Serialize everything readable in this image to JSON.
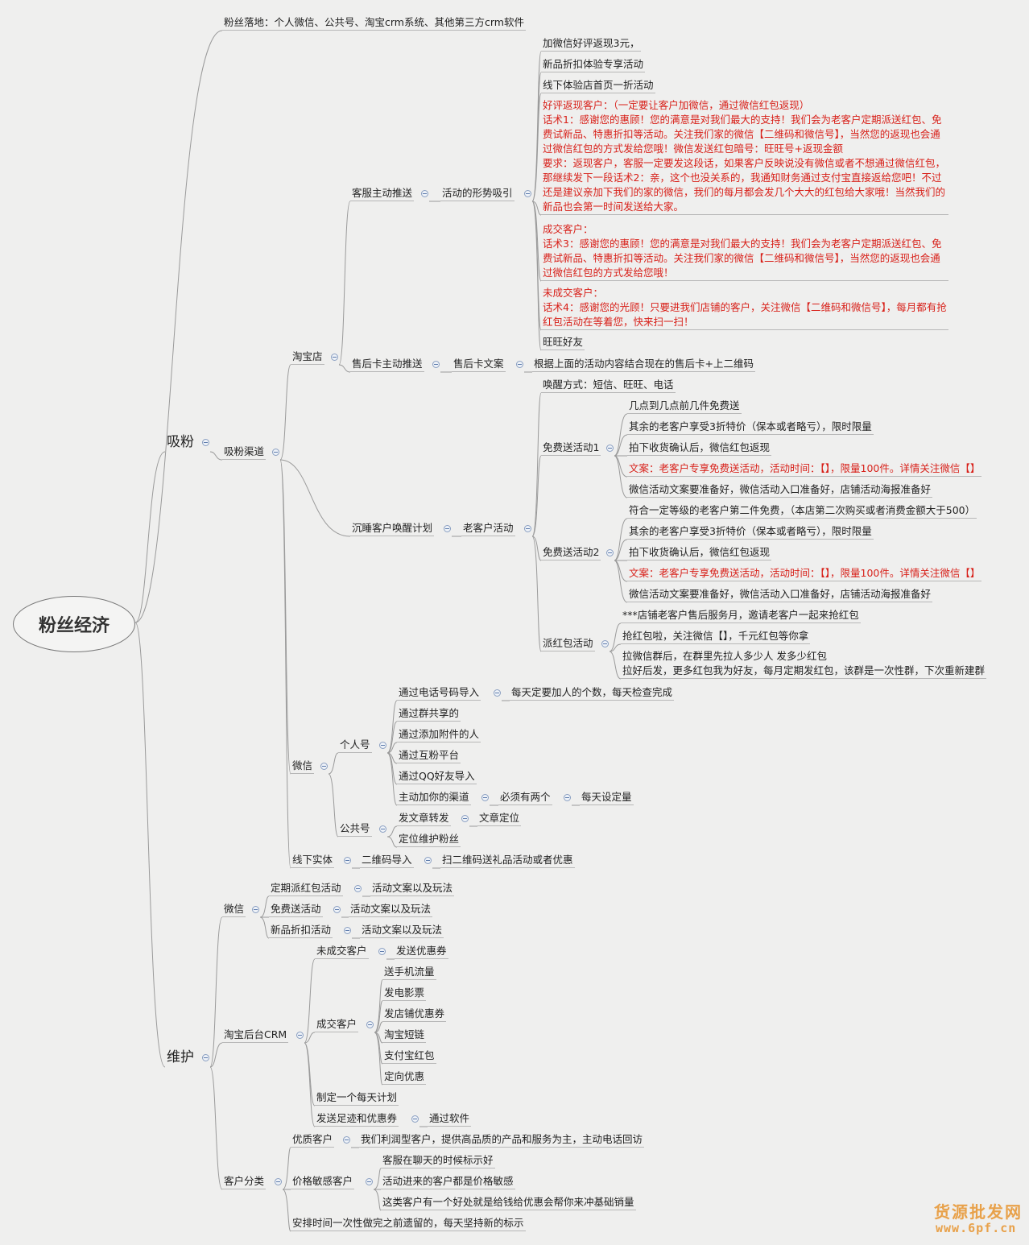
{
  "root": "粉丝经济",
  "n": {
    "fan_land": "粉丝落地：个人微信、公共号、淘宝crm系统、其他第三方crm软件",
    "xifen": "吸粉",
    "xifen_qudao": "吸粉渠道",
    "taobao": "淘宝店",
    "kefu": "客服主动推送",
    "huodong_xingshi": "活动的形势吸引",
    "a1": "加微信好评返现3元，",
    "a2": "新品折扣体验专享活动",
    "a3": "线下体验店首页一折活动",
    "a4": "好评返现客户：（一定要让客户加微信，通过微信红包返现）\n话术1：感谢您的惠顾！您的满意是对我们最大的支持！我们会为老客户定期派送红包、免费试新品、特惠折扣等活动。关注我们家的微信【二维码和微信号】，当然您的返现也会通过微信红包的方式发给您哦！微信发送红包暗号：旺旺号+返现金额\n要求：返现客户，客服一定要发这段话，如果客户反映说没有微信或者不想通过微信红包，那继续发下一段话术2：亲，这个也没关系的，我通知财务通过支付宝直接返给您吧！不过还是建议亲加下我们的家的微信，我们的每月都会发几个大大的红包给大家哦！当然我们的新品也会第一时间发送给大家。",
    "a5": "成交客户：\n话术3：感谢您的惠顾！您的满意是对我们最大的支持！我们会为老客户定期派送红包、免费试新品、特惠折扣等活动。关注我们家的微信【二维码和微信号】，当然您的返现也会通过微信红包的方式发给您哦！",
    "a6": "未成交客户：\n话术4：感谢您的光顾！只要进我们店铺的客户，关注微信【二维码和微信号】，每月都有抢红包活动在等着您，快来扫一扫！",
    "a7": "旺旺好友",
    "shouhouka": "售后卡主动推送",
    "shouhouka_wenan": "售后卡文案",
    "shouhouka_detail": "根据上面的活动内容结合现在的售后卡+上二维码",
    "chenshui": "沉睡客户唤醒计划",
    "lao_kehu": "老客户活动",
    "huanxing": "唤醒方式：短信、旺旺、电话",
    "mianfei1": "免费送活动1",
    "m1a": "几点到几点前几件免费送",
    "m1b": "其余的老客户享受3折特价（保本或者略亏），限时限量",
    "m1c": "拍下收货确认后，微信红包返现",
    "m1d": "文案：老客户专享免费送活动，活动时间：【】，限量100件。详情关注微信【】",
    "m1e": "微信活动文案要准备好，微信活动入口准备好，店铺活动海报准备好",
    "mianfei2": "免费送活动2",
    "m2a": "符合一定等级的老客户第二件免费，（本店第二次购买或者消费金额大于500）",
    "m2b": "其余的老客户享受3折特价（保本或者略亏），限时限量",
    "m2c": "拍下收货确认后，微信红包返现",
    "m2d": "文案：老客户专享免费送活动，活动时间：【】，限量100件。详情关注微信【】",
    "m2e": "微信活动文案要准备好，微信活动入口准备好，店铺活动海报准备好",
    "paihongbao": "派红包活动",
    "p1": "***店铺老客户售后服务月，邀请老客户一起来抢红包",
    "p2": "抢红包啦，关注微信【】，千元红包等你拿",
    "p3": "拉微信群后，在群里先拉人多少人 发多少红包\n拉好后发，更多红包我为好友，每月定期发红包，该群是一次性群，下次重新建群",
    "weixin": "微信",
    "gerenhao": "个人号",
    "g1": "通过电话号码导入",
    "g1a": "每天定要加人的个数，每天检查完成",
    "g2": "通过群共享的",
    "g3": "通过添加附件的人",
    "g4": "通过互粉平台",
    "g5": "通过QQ好友导入",
    "g6": "主动加你的渠道",
    "g6a": "必须有两个",
    "g6b": "每天设定量",
    "gonggonghao": "公共号",
    "gg1": "发文章转发",
    "gg1a": "文章定位",
    "gg2": "定位维护粉丝",
    "xianxia": "线下实体",
    "erweima": "二维码导入",
    "erweima_detail": "扫二维码送礼品活动或者优惠",
    "weihu": "维护",
    "wh_weixin": "微信",
    "w1": "定期派红包活动",
    "w1a": "活动文案以及玩法",
    "w2": "免费送活动",
    "w2a": "活动文案以及玩法",
    "w3": "新品折扣活动",
    "w3a": "活动文案以及玩法",
    "crm": "淘宝后台CRM",
    "c1": "未成交客户",
    "c1a": "发送优惠券",
    "c2": "成交客户",
    "c2a": "送手机流量",
    "c2b": "发电影票",
    "c2c": "发店铺优惠券",
    "c2d": "淘宝短链",
    "c2e": "支付宝红包",
    "c2f": "定向优惠",
    "c3": "制定一个每天计划",
    "c4": "发送足迹和优惠券",
    "c4a": "通过软件",
    "fenlei": "客户分类",
    "f1": "优质客户",
    "f1a": "我们利润型客户，提供高品质的产品和服务为主，主动电话回访",
    "f2": "价格敏感客户",
    "f2a": "客服在聊天的时候标示好",
    "f2b": "活动进来的客户都是价格敏感",
    "f2c": "这类客户有一个好处就是给钱给优惠会帮你来冲基础销量",
    "f3": "安排时间一次性做完之前遗留的，每天坚持新的标示"
  },
  "watermark": {
    "line1": "货源批发网",
    "line2": "www.6pf.cn"
  },
  "colors": {
    "background": "#efefee",
    "line": "#9a9a9a",
    "red_text": "#d8211a",
    "toggle": "#5d7bab",
    "watermark": "#e8a14a"
  }
}
